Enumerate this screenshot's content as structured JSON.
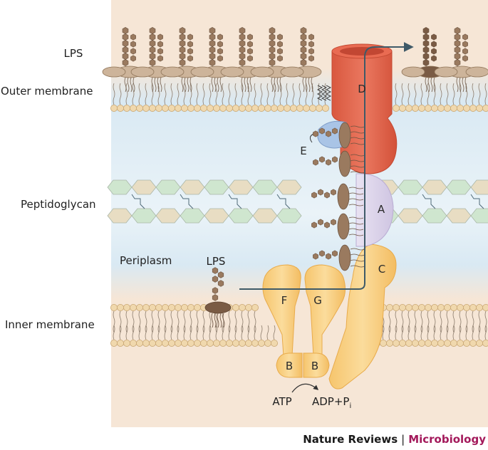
{
  "labels": {
    "lps_outer": "LPS",
    "outer_membrane": "Outer membrane",
    "peptidoglycan": "Peptidoglycan",
    "periplasm": "Periplasm",
    "lps_inner": "LPS",
    "inner_membrane": "Inner membrane"
  },
  "proteins": {
    "a": "A",
    "b1": "B",
    "b2": "B",
    "c": "C",
    "d": "D",
    "e": "E",
    "f": "F",
    "g": "G"
  },
  "reaction": {
    "substrate": "ATP",
    "product": "ADP+P",
    "product_subscript": "i"
  },
  "credit": {
    "journal": "Nature Reviews",
    "separator": "|",
    "section": "Microbiology"
  },
  "colors": {
    "background_outer": "#f6e6d6",
    "periplasm": "#d6e8f3",
    "protein_d": "#e2684e",
    "protein_a": "#ddd6ea",
    "protein_bcfg": "#f8cf7e",
    "protein_e": "#a9c4e6",
    "lps_brown": "#9a7a5f",
    "lipid_head": "#f0d8ad",
    "peptidoglycan_green": "#cfe6cf",
    "peptidoglycan_tan": "#e8ddc3",
    "credit_accent": "#a3195b"
  }
}
